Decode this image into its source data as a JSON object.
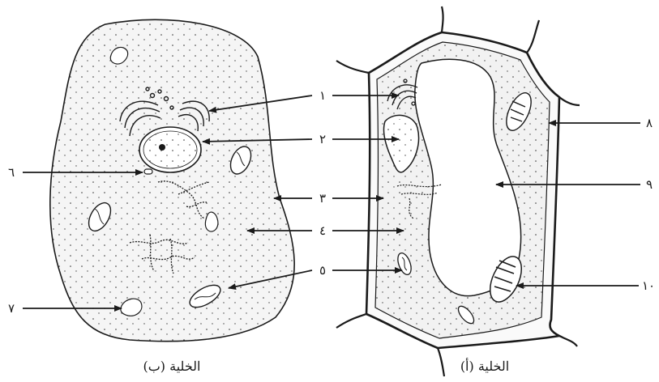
{
  "captions": {
    "cell_b": "الخلية (ب)",
    "cell_a": "الخلية (أ)"
  },
  "labels": {
    "l1": "١",
    "l2": "٢",
    "l3": "٣",
    "l4": "٤",
    "l5": "٥",
    "l6": "٦",
    "l7": "٧",
    "l8": "٨",
    "l9": "٩",
    "l10": "١٠"
  },
  "colors": {
    "ink": "#1a1a1a",
    "cell_fill": "#f2f2f2",
    "vacuole_fill": "#ffffff",
    "background": "#ffffff"
  }
}
